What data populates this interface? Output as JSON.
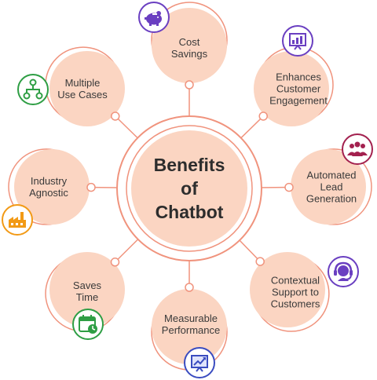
{
  "center": {
    "title": "Benefits\nof\nChatbot"
  },
  "benefits": [
    {
      "label": "Cost\nSavings",
      "icon": "piggy-bank-icon",
      "color": "#6a3fc1"
    },
    {
      "label": "Enhances\nCustomer\nEngagement",
      "icon": "presentation-board-icon",
      "color": "#6a3fc1"
    },
    {
      "label": "Automated\nLead\nGeneration",
      "icon": "team-leads-icon",
      "color": "#a3214f"
    },
    {
      "label": "Contextual\nSupport to\nCustomers",
      "icon": "headset-support-icon",
      "color": "#6a3fc1"
    },
    {
      "label": "Measurable\nPerformance",
      "icon": "growth-chart-icon",
      "color": "#3a4cc0"
    },
    {
      "label": "Saves\nTime",
      "icon": "calendar-clock-icon",
      "color": "#2e9e44"
    },
    {
      "label": "Industry\nAgnostic",
      "icon": "factory-icon",
      "color": "#f29a16"
    },
    {
      "label": "Multiple\nUse Cases",
      "icon": "workflow-network-icon",
      "color": "#2e9e44"
    }
  ],
  "colors": {
    "peach": "#fbd5c2",
    "ring": "#f0937d",
    "white": "#ffffff"
  }
}
